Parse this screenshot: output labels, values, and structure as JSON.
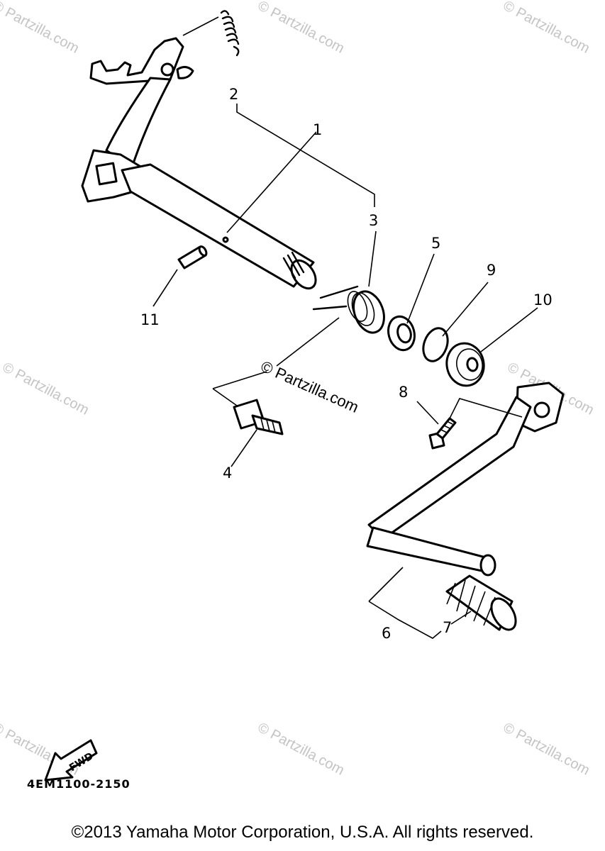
{
  "diagram": {
    "callouts": [
      "1",
      "2",
      "3",
      "4",
      "5",
      "6",
      "7",
      "8",
      "9",
      "10",
      "11"
    ],
    "fwd_label": "FWD",
    "document_code": "4EM1100-2150",
    "watermark_text": "© Partzilla.com",
    "copyright": "©2013 Yamaha Motor Corporation, U.S.A. All rights reserved."
  }
}
